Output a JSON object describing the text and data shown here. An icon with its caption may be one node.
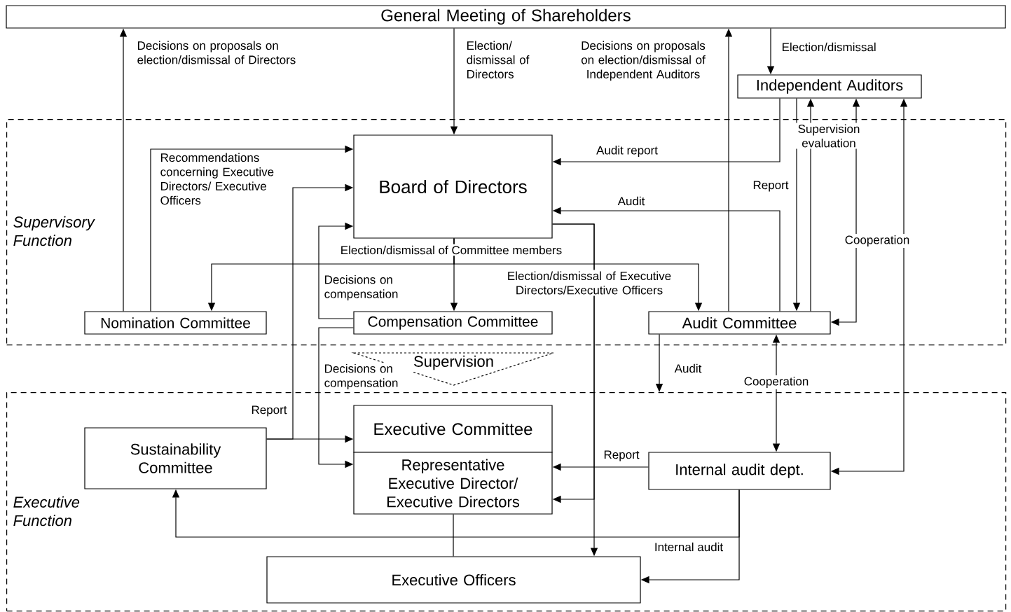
{
  "diagram": {
    "nodes": [
      {
        "text": [
          "*Supervisory Function*"
        ]
      },
      {
        "text": [
          "*Executive Function*"
        ]
      },
      {
        "text": [
          "General Meeting of Shareholders"
        ]
      },
      {
        "text": [
          "Independent Auditors"
        ]
      },
      {
        "text": [
          "Board of Directors"
        ],
        "in": 0
      },
      {
        "text": [
          "Nomination Committee"
        ],
        "in": 0
      },
      {
        "text": [
          "Compensation Committee"
        ],
        "in": 0
      },
      {
        "text": [
          "Audit Committee"
        ],
        "in": 0
      },
      {
        "text": [
          "Executive Committee"
        ],
        "in": 1
      },
      {
        "text": [
          "Representative Executive Director/ Executive Directors"
        ],
        "in": 1
      },
      {
        "text": [
          "Sustainability Committee"
        ],
        "in": 1
      },
      {
        "text": [
          "Internal audit dept."
        ],
        "in": 1
      },
      {
        "text": [
          "Executive Officers"
        ],
        "in": 1
      },
      {
        "text": [
          "Supervision"
        ]
      }
    ],
    "edges": [
      {
        "from": 5,
        "to": 2,
        "arrow": "to",
        "label": "Decisions on proposals on election/dismissal of Directors"
      },
      {
        "from": 2,
        "to": 4,
        "arrow": "to",
        "label": "Election/ dismissal of Directors"
      },
      {
        "from": 7,
        "to": 2,
        "arrow": "to",
        "label": "Decisions on proposals on election/dismissal of Independent Auditors"
      },
      {
        "from": 2,
        "to": 3,
        "arrow": "to",
        "label": "Election/dismissal"
      },
      {
        "from": 5,
        "to": 4,
        "arrow": "to",
        "label": "Recommendations concerning Executive Directors/ Executive Officers"
      },
      {
        "from": 3,
        "to": 4,
        "arrow": "to",
        "label": "Audit report"
      },
      {
        "from": 7,
        "to": 4,
        "arrow": "to",
        "label": "Audit"
      },
      {
        "from": 3,
        "to": 7,
        "arrow": "to",
        "label": "Report"
      },
      {
        "from": 7,
        "to": 3,
        "arrow": "to",
        "label": "Supervision evaluation"
      },
      {
        "from": 7,
        "to": 3,
        "arrow": "both",
        "label": "Cooperation"
      },
      {
        "from": 11,
        "to": 3,
        "arrow": "both"
      },
      {
        "from": 4,
        "to": 6,
        "arrow": "to",
        "label": "Election/dismissal of Committee members"
      },
      {
        "from": 4,
        "to": 5,
        "arrow": "to"
      },
      {
        "from": 4,
        "to": 7,
        "arrow": "to"
      },
      {
        "from": 4,
        "to": 12,
        "arrow": "to",
        "label": "Election/dismissal of Executive Directors/Executive Officers"
      },
      {
        "from": 4,
        "to": 9,
        "arrow": "to"
      },
      {
        "from": 6,
        "to": 4,
        "arrow": "to",
        "label": "Decisions on compensation"
      },
      {
        "from": 6,
        "to": 9,
        "arrow": "to",
        "label": "Decisions on compensation"
      },
      {
        "from": 10,
        "to": 4,
        "arrow": "to",
        "label": "Report"
      },
      {
        "from": 10,
        "to": 8,
        "arrow": "to"
      },
      {
        "from": 7,
        "to": 1,
        "arrow": "to",
        "label": "Audit"
      },
      {
        "from": 7,
        "to": 11,
        "arrow": "both",
        "label": "Cooperation"
      },
      {
        "from": 11,
        "to": 9,
        "arrow": "to",
        "label": "Report"
      },
      {
        "from": 11,
        "to": 12,
        "arrow": "to",
        "label": "Internal audit"
      },
      {
        "from": 11,
        "to": 10,
        "arrow": "to"
      },
      {
        "from": 9,
        "to": 12,
        "arrow": "none"
      }
    ]
  }
}
